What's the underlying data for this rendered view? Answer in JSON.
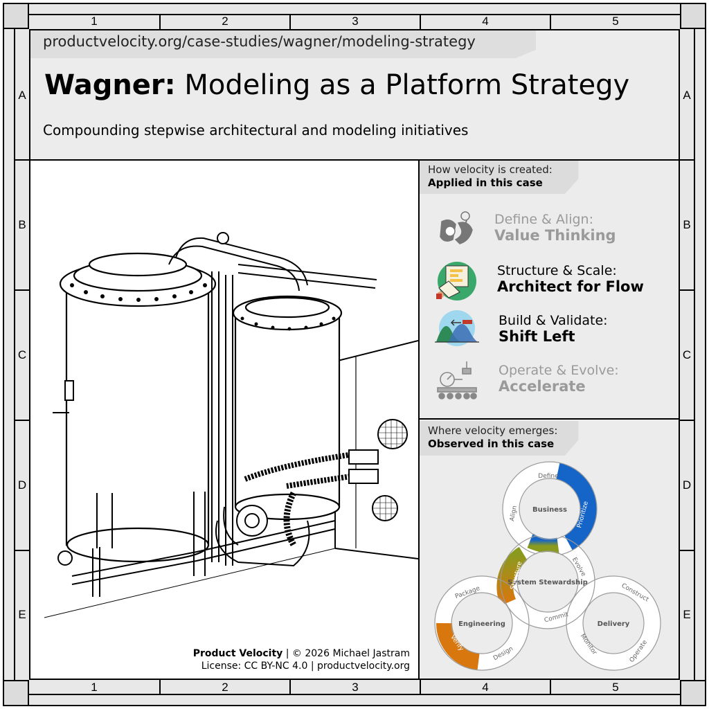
{
  "frame": {
    "column_labels": [
      "1",
      "2",
      "3",
      "4",
      "5"
    ],
    "row_labels": [
      "A",
      "B",
      "C",
      "D",
      "E"
    ]
  },
  "header": {
    "url": "productvelocity.org/case-studies/wagner/modeling-strategy",
    "title_bold": "Wagner:",
    "title_rest": "Modeling as a Platform Strategy",
    "subtitle": "Compounding stepwise architectural and modeling initiatives"
  },
  "credit": {
    "brand": "Product Velocity",
    "copyright": "© 2026 Michael Jastram",
    "license": "License: CC BY-NC 4.0 | productvelocity.org"
  },
  "velocity_created": {
    "heading": "How velocity is created:",
    "subheading": "Applied in this case",
    "items": [
      {
        "category": "Define & Align:",
        "name": "Value Thinking",
        "active": false,
        "icon": "value-thinking-icon"
      },
      {
        "category": "Structure & Scale:",
        "name": "Architect for Flow",
        "active": true,
        "icon": "architect-flow-icon"
      },
      {
        "category": "Build & Validate:",
        "name": "Shift Left",
        "active": true,
        "icon": "shift-left-icon"
      },
      {
        "category": "Operate & Evolve:",
        "name": "Accelerate",
        "active": false,
        "icon": "accelerate-icon"
      }
    ]
  },
  "velocity_emerges": {
    "heading": "Where velocity emerges:",
    "subheading": "Observed in this case",
    "hubs": {
      "business": "Business",
      "system": "System Stewardship",
      "engineering": "Engineering",
      "delivery": "Delivery"
    },
    "segments": {
      "define": "Define",
      "prioritize": "Prioritize",
      "align": "Align",
      "structure": "Structure",
      "evolve": "Evolve",
      "commit": "Commit",
      "package": "Package",
      "verify": "Verify",
      "design": "Design",
      "construct": "Construct",
      "operate": "Operate",
      "monitor": "Monitor"
    },
    "highlighted": [
      "Prioritize",
      "Structure",
      "Verify"
    ]
  },
  "colors": {
    "blue": "#1565c8",
    "olive": "#8a9a1e",
    "orange": "#d9770f",
    "green_icon_bg": "#3aa86b",
    "blue_icon_bg": "#9fd8ee"
  }
}
